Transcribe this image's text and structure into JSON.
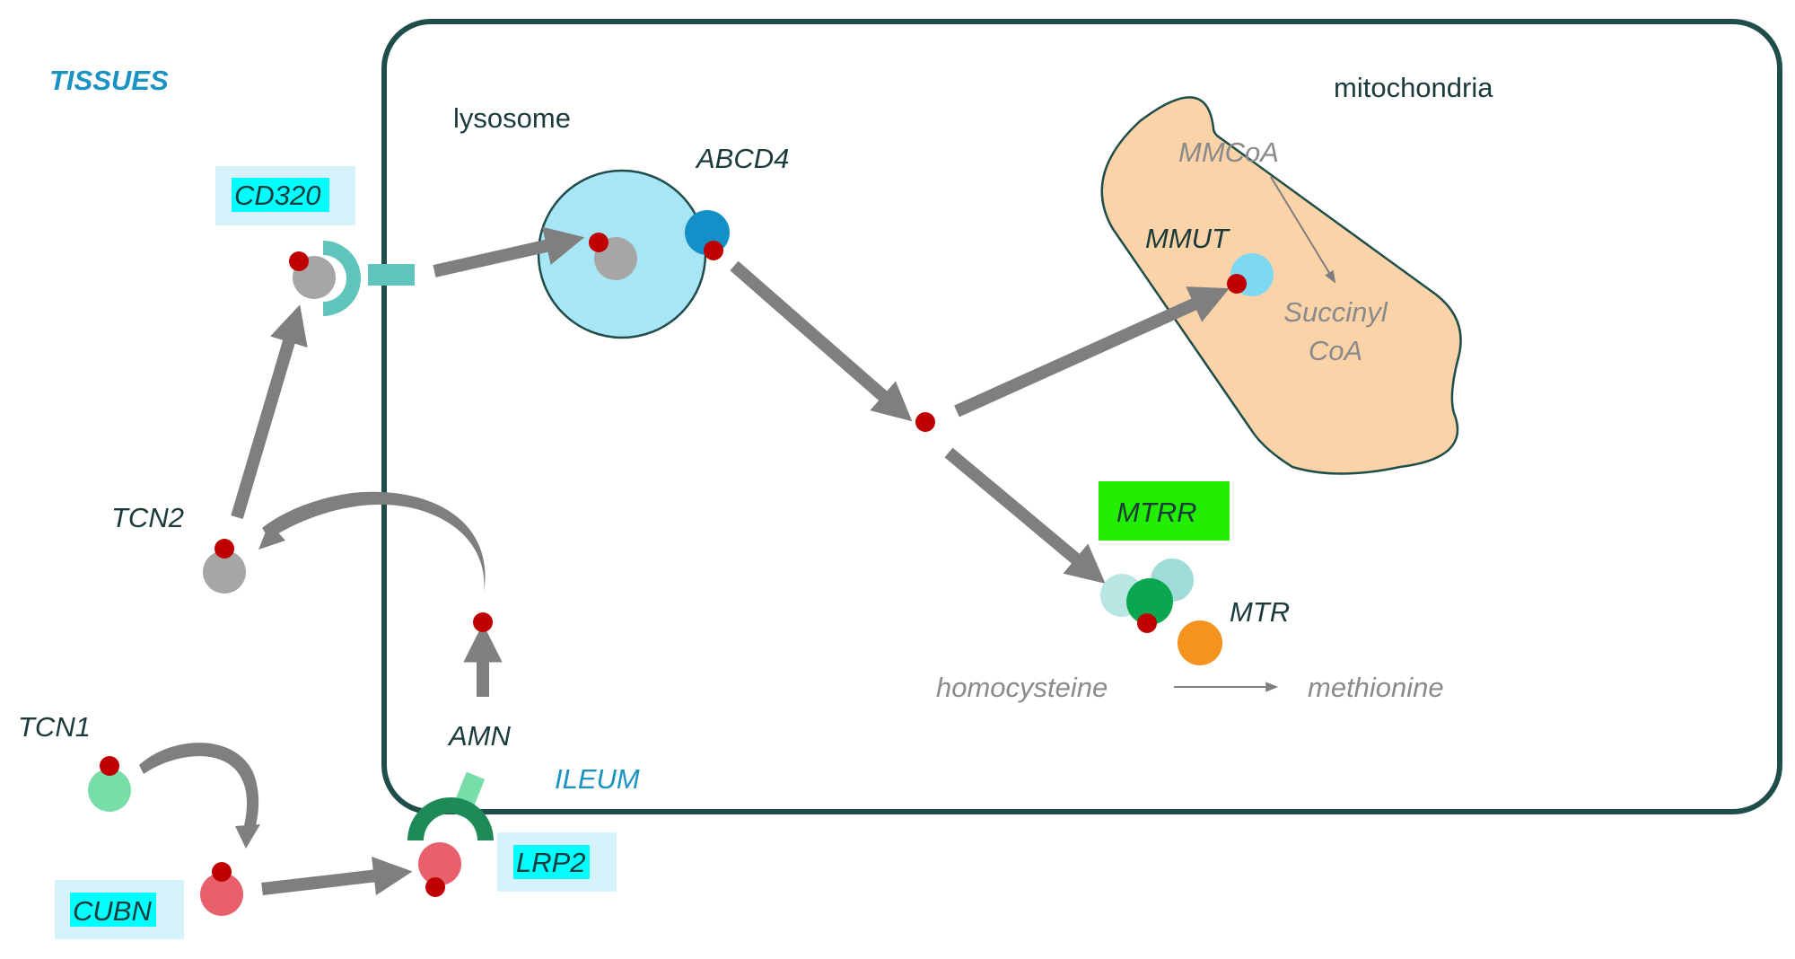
{
  "labels": {
    "tissues": "TISSUES",
    "lysosome": "lysosome",
    "mitochondria": "mitochondria",
    "abcd4": "ABCD4",
    "mmcoa": "MMCoA",
    "mmut": "MMUT",
    "succinyl": "Succinyl",
    "coa": "CoA",
    "cd320": "CD320",
    "tcn2": "TCN2",
    "mtrr": "MTRR",
    "mtr": "MTR",
    "homocysteine": "homocysteine",
    "methionine": "methionine",
    "tcn1": "TCN1",
    "amn": "AMN",
    "ileum": "ILEUM",
    "lrp2": "LRP2",
    "cubn": "CUBN"
  },
  "colors": {
    "cell_border": "#1e4d4a",
    "lysosome_fill": "#a8e6f6",
    "mitochondria_fill": "#fbd3a8",
    "cobalamin_dot": "#c00000",
    "arrow": "#7f7f7f",
    "tcn2_protein": "#a6a6a6",
    "cd320_receptor": "#5ec4bc",
    "abcd4": "#1490c8",
    "mmut": "#7dd8f2",
    "mtrr_highlight": "#22ee00",
    "mtr_complex": "#0aa650",
    "mtr_orange": "#f4931e",
    "tcn1_protein": "#77dda9",
    "cubn_protein": "#e8606c",
    "amn_receptor": "#1e8a56",
    "gene_highlight": "#00ffff",
    "label_box": "#d6f2fb"
  }
}
